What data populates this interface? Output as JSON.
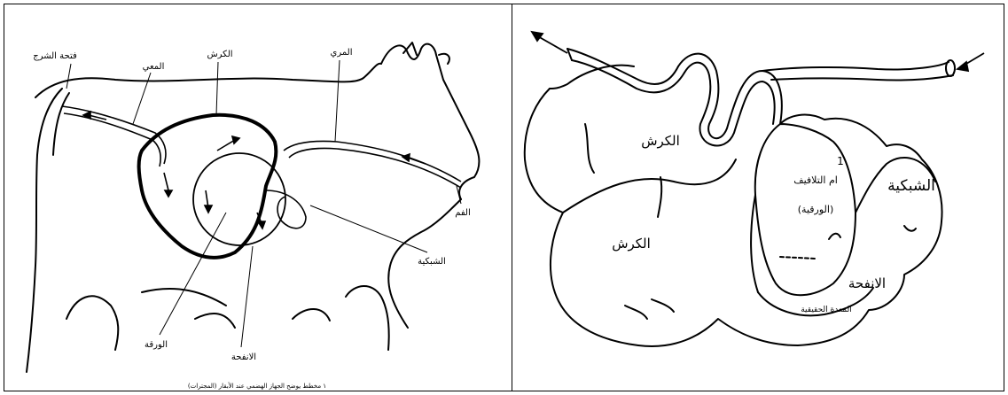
{
  "left_figure": {
    "labels": {
      "pelvis_label": "فتحة الشرج",
      "intestine": "المعي",
      "rumen": "الكرش",
      "esophagus": "المري",
      "mouth": "الفم",
      "reticulum": "الشبكية",
      "omasum": "الورقة",
      "abomasum": "الانفحة"
    },
    "caption": "١ مخطط يوضح الجهاز الهضمي عند الأبقار (المجترات)"
  },
  "right_figure": {
    "labels": {
      "rumen_upper": "الكرش",
      "rumen_lower": "الكرش",
      "reticulum": "الشبكية",
      "omasum_line1": "ام التلافيف",
      "omasum_line2": "(الورقية)",
      "omasum_number": "1",
      "abomasum": "الانفحة",
      "abomasum_sub": "المعدة الحقيقية"
    }
  }
}
